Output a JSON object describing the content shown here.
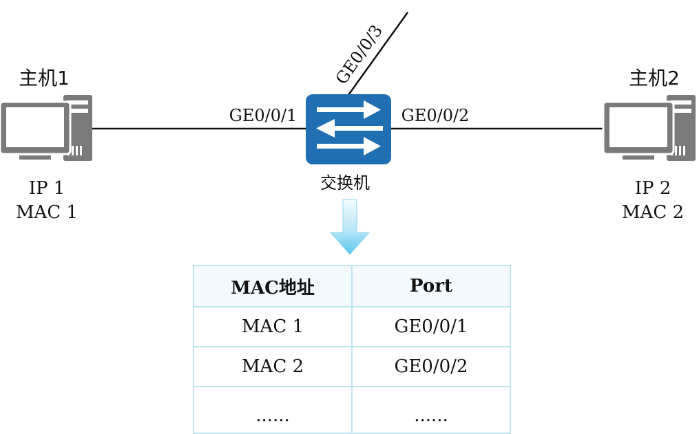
{
  "diagram": {
    "host1": {
      "title": "主机1",
      "ip": "IP 1",
      "mac": "MAC 1"
    },
    "host2": {
      "title": "主机2",
      "ip": "IP 2",
      "mac": "MAC 2"
    },
    "switch": {
      "label": "交换机",
      "ports": {
        "p1": "GE0/0/1",
        "p2": "GE0/0/2",
        "p3": "GE0/0/3"
      }
    },
    "colors": {
      "switch_fill": "#1f6fb2",
      "host_gray": "#7a7a7a",
      "arrow_light": "#dff3fb",
      "arrow_dark": "#5cc6ec",
      "table_border": "#bfe3ef",
      "table_header_bg": "#f3f9fc"
    }
  },
  "table": {
    "headers": [
      "MAC地址",
      "Port"
    ],
    "rows": [
      [
        "MAC 1",
        "GE0/0/1"
      ],
      [
        "MAC 2",
        "GE0/0/2"
      ],
      [
        "......",
        "......"
      ]
    ]
  }
}
